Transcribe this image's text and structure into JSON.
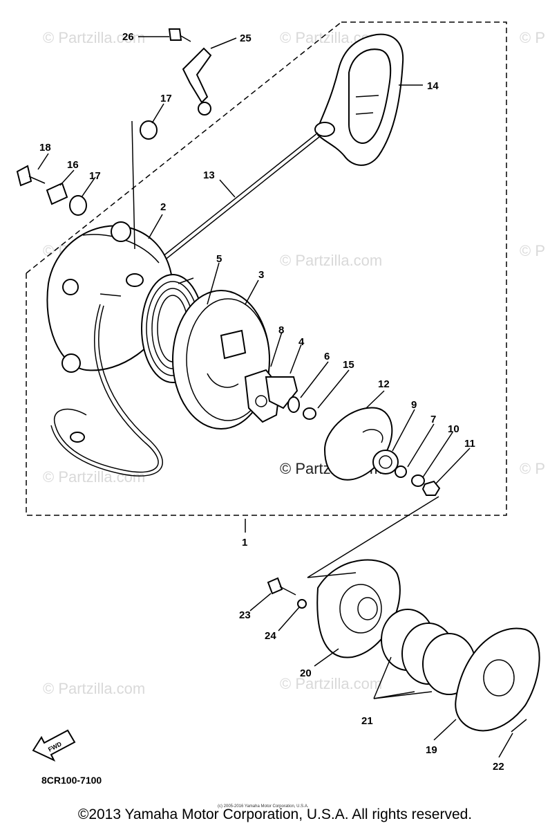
{
  "callouts": {
    "c1": "1",
    "c2": "2",
    "c3": "3",
    "c4": "4",
    "c5": "5",
    "c6": "6",
    "c7": "7",
    "c8": "8",
    "c9": "9",
    "c10": "10",
    "c11": "11",
    "c12": "12",
    "c13": "13",
    "c14": "14",
    "c15": "15",
    "c16": "16",
    "c17a": "17",
    "c17b": "17",
    "c18": "18",
    "c19": "19",
    "c20": "20",
    "c21": "21",
    "c22": "22",
    "c23": "23",
    "c24": "24",
    "c25": "25",
    "c26": "26"
  },
  "watermark": "© Partzilla.com",
  "watermark_short": "© P",
  "fwd_label": "FWD",
  "diagram_code": "8CR100-7100",
  "tiny_notice": "(c) 2005-2016 Yamaha Motor Corporation, U.S.A.",
  "copyright": "©2013 Yamaha Motor Corporation, U.S.A. All rights reserved."
}
